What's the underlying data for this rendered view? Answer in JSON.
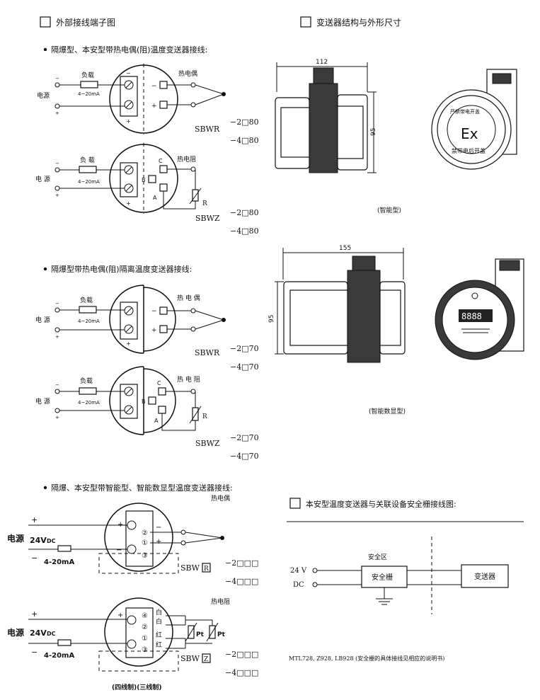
{
  "headers": {
    "wiring": "外部接线端子图",
    "structure": "变送器结构与外形尺寸",
    "safety": "本安型温度变送器与关联设备安全栅接线图:"
  },
  "sections": {
    "s1": "隔爆型、本安型带热电偶(阻)温度变送器接线:",
    "s2": "隔爆型带热电偶(阻)隔离温度变送器接线:",
    "s3": "隔爆、本安型带智能型、智能数显型温度变送器接线:"
  },
  "labels": {
    "load": "负载",
    "load2": "负 载",
    "power": "电源",
    "power2": "电 源",
    "current": "4~20mA",
    "thermocouple": "热电偶",
    "thermocouple2": "热 电 偶",
    "rtd": "热电阻",
    "rtd2": "热 电 阻",
    "minus": "−",
    "plus": "+",
    "r": "R",
    "a": "A",
    "b": "B",
    "c": "C",
    "pt": "Pt",
    "v24": "24V",
    "dc": "DC",
    "current_big": "4-20mA",
    "white": "白",
    "red": "红",
    "n1": "①",
    "n2": "②",
    "n3": "③",
    "n4": "④"
  },
  "models": {
    "sbwr": "SBWR",
    "sbwz": "SBWZ",
    "sbw": "SBW",
    "r_box": "R",
    "z_box": "Z",
    "m280": "−2□80",
    "m480": "−4□80",
    "m270": "−2□70",
    "m470": "−4□70",
    "m2xxx": "−2□□□",
    "m4xxx": "−4□□□"
  },
  "dimensions": {
    "w112": "112",
    "h95a": "95",
    "w155": "155",
    "h95b": "95"
  },
  "captions": {
    "smart": "(智能型)",
    "smart_display": "(智能数显型)",
    "wire_mode": "(四线制)(三线制)"
  },
  "device_text": {
    "ex": "Ex",
    "ring_top": "严禁带电开盖",
    "ring_bottom": "禁带电后开盖"
  },
  "safety_diagram": {
    "safe_zone": "安全区",
    "v24": "24 V",
    "dc": "DC",
    "barrier": "安全栅",
    "transmitter": "变送器",
    "note": "MTL728, Z928, LB928 (安全栅的具体接线见相应的说明书)"
  }
}
